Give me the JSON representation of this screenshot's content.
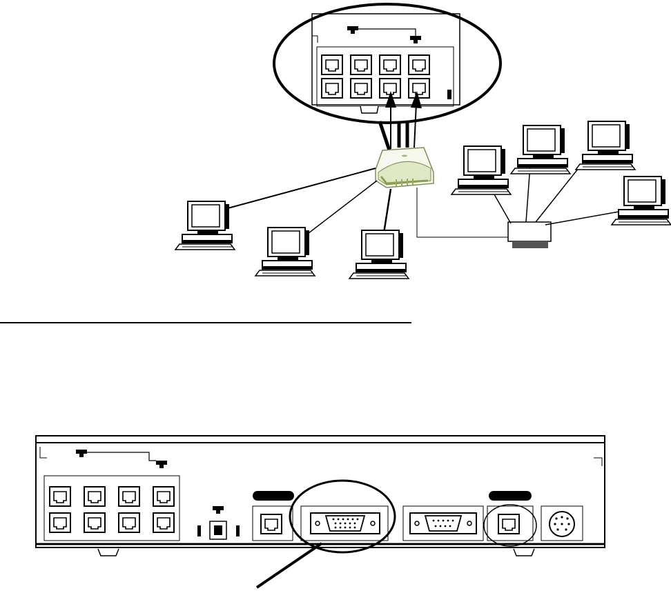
{
  "figure": {
    "callout_text": "",
    "port_rows": 2,
    "port_cols": 4,
    "zoom_highlighted_ports": [
      6,
      7
    ]
  },
  "colors": {
    "line": "#000000",
    "background": "#ffffff",
    "hub_body": "#f6f8ee",
    "hub_accent": "#b8c98a",
    "monitor_screen": "#ffffff",
    "panel_fill": "#ffffff"
  },
  "icons": {
    "computer": "desktop-computer-icon",
    "hub": "hub-icon",
    "switch_box": "switch-box-icon",
    "port": "rj45-port-icon",
    "db15": "db15-connector-icon",
    "din": "din-connector-icon",
    "uplink_arrow": "uplink-arrow-icon"
  }
}
